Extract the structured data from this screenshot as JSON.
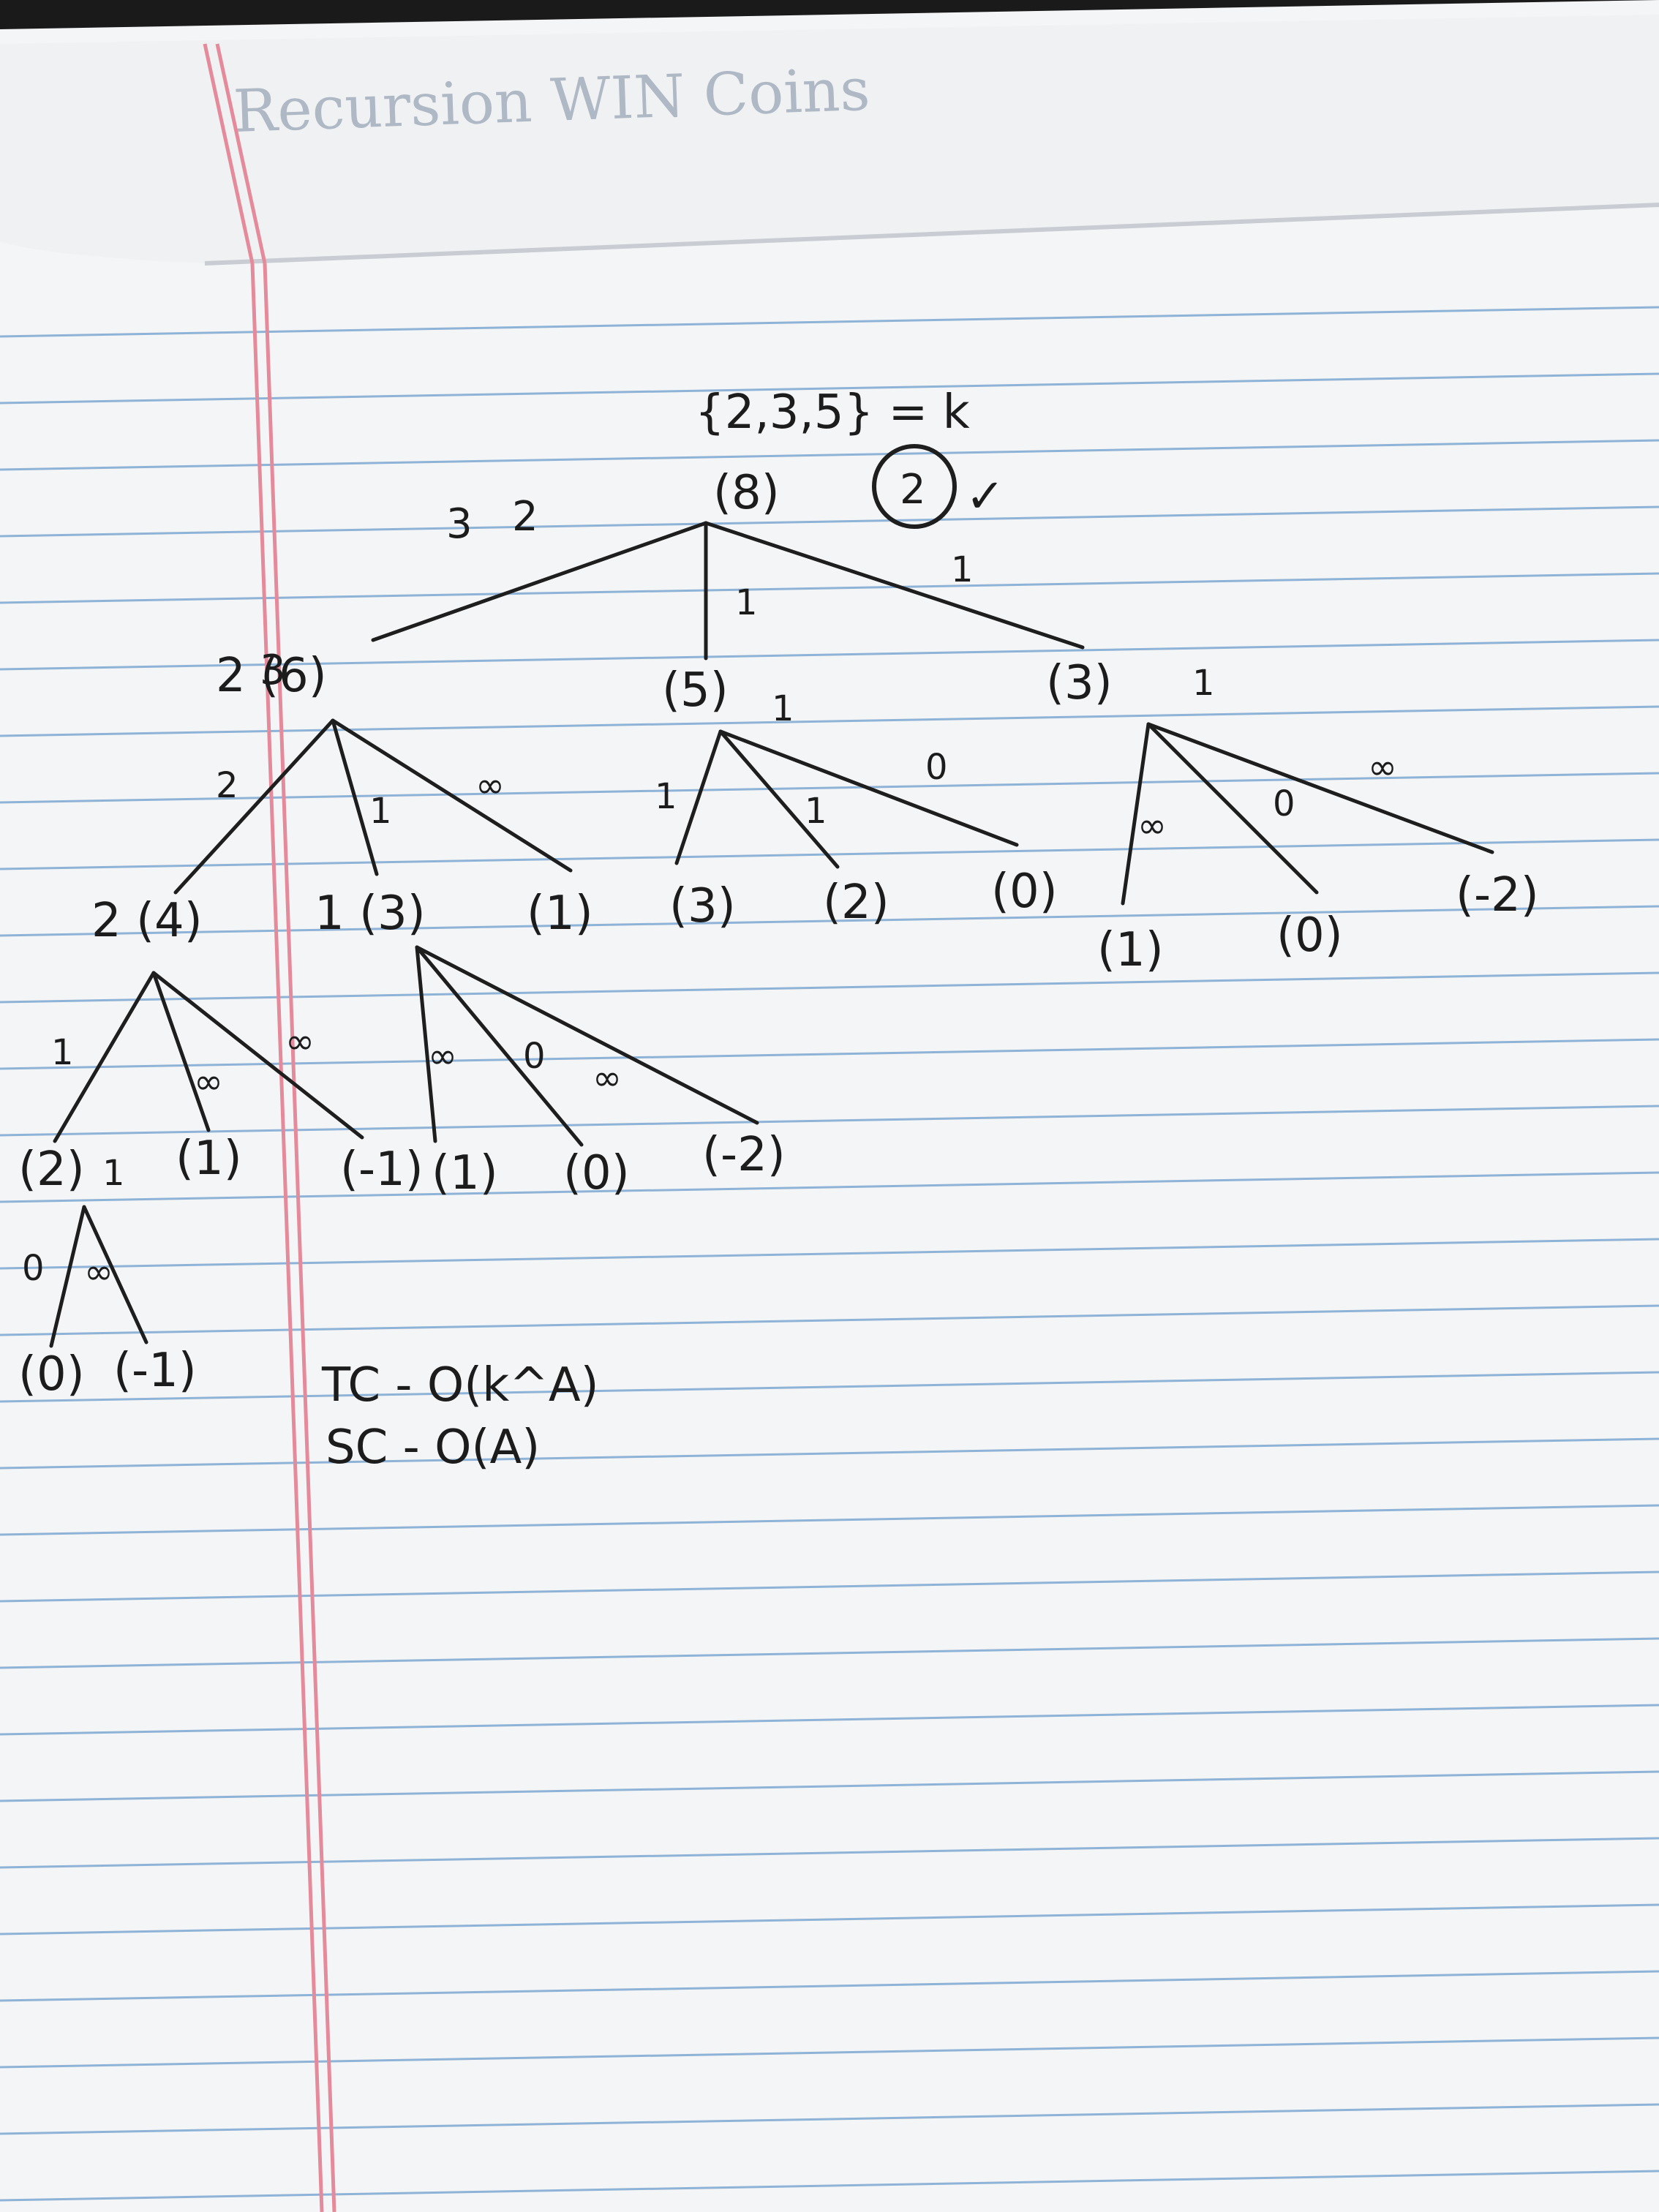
{
  "paper": {
    "faded_header_text": "Recursion  WIN  Coins"
  },
  "problem": {
    "set_label": "{2,3,5} = k",
    "root_value": "(8)",
    "answer": "2",
    "answer_mark": "✓",
    "root_left_count_struck": "3",
    "root_left_count": "2"
  },
  "tree": {
    "level1": {
      "n6": "2 (6)",
      "n6_struck": "3",
      "n5": "(5)",
      "n5_count": "1",
      "n3": "(3)",
      "n3_count": "1",
      "edge_root_n5": "1",
      "edge_root_n3": "1"
    },
    "level2": {
      "n4": "2 (4)",
      "n3a": "1 (3)",
      "n1a": "(1)",
      "n3b": "(3)",
      "n2a": "(2)",
      "n0a": "(0)",
      "n1b": "(1)",
      "n0b": "(0)",
      "nm2a": "(-2)",
      "edge_6_4": "2",
      "edge_6_3": "1",
      "edge_6_1": "∞",
      "edge_5_3": "1",
      "edge_5_2": "1",
      "edge_5_0": "0",
      "edge_3_1": "∞",
      "edge_3_0": "0",
      "edge_3_m2": "∞"
    },
    "level3": {
      "n2": "(2)",
      "n2_count": "1",
      "n1c": "(1)",
      "nm1": "(-1)",
      "n1d": "(1)",
      "n0c": "(0)",
      "nm2b": "(-2)",
      "edge_4_2": "1",
      "edge_4_1": "∞",
      "edge_4_m1": "∞",
      "edge_3a_1": "∞",
      "edge_3a_0": "0",
      "edge_3a_m2": "∞"
    },
    "level4": {
      "n0": "(0)",
      "nm1": "(-1)",
      "edge_2_0": "0",
      "edge_2_m1": "∞"
    }
  },
  "complexity": {
    "tc": "TC - O(k^A)",
    "sc": "SC - O(A)"
  }
}
